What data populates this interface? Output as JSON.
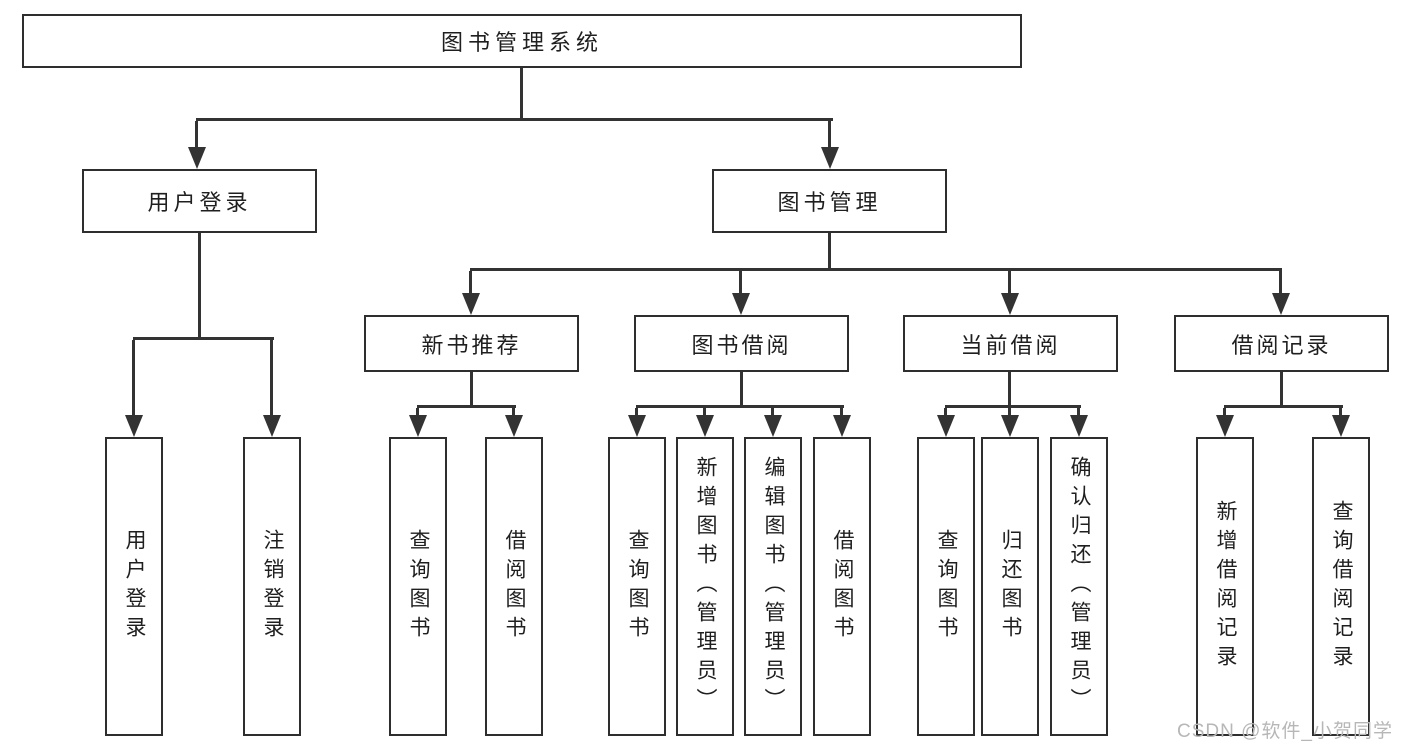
{
  "tree": {
    "root": "图书管理系统",
    "user_login": {
      "label": "用户登录",
      "children": [
        "用户登录",
        "注销登录"
      ]
    },
    "book_management": {
      "label": "图书管理",
      "sections": [
        {
          "label": "新书推荐",
          "children": [
            "查询图书",
            "借阅图书"
          ]
        },
        {
          "label": "图书借阅",
          "children": [
            "查询图书",
            "新增图书（管理员）",
            "编辑图书（管理员）",
            "借阅图书"
          ]
        },
        {
          "label": "当前借阅",
          "children": [
            "查询图书",
            "归还图书",
            "确认归还（管理员）"
          ]
        },
        {
          "label": "借阅记录",
          "children": [
            "新增借阅记录",
            "查询借阅记录"
          ]
        }
      ]
    }
  },
  "watermark": "CSDN @软件_小贺同学",
  "colors": {
    "line": "#333333",
    "border": "#2e2e2e",
    "text": "#1f1f1f",
    "watermark": "#b7b7b7",
    "bg": "#ffffff"
  }
}
